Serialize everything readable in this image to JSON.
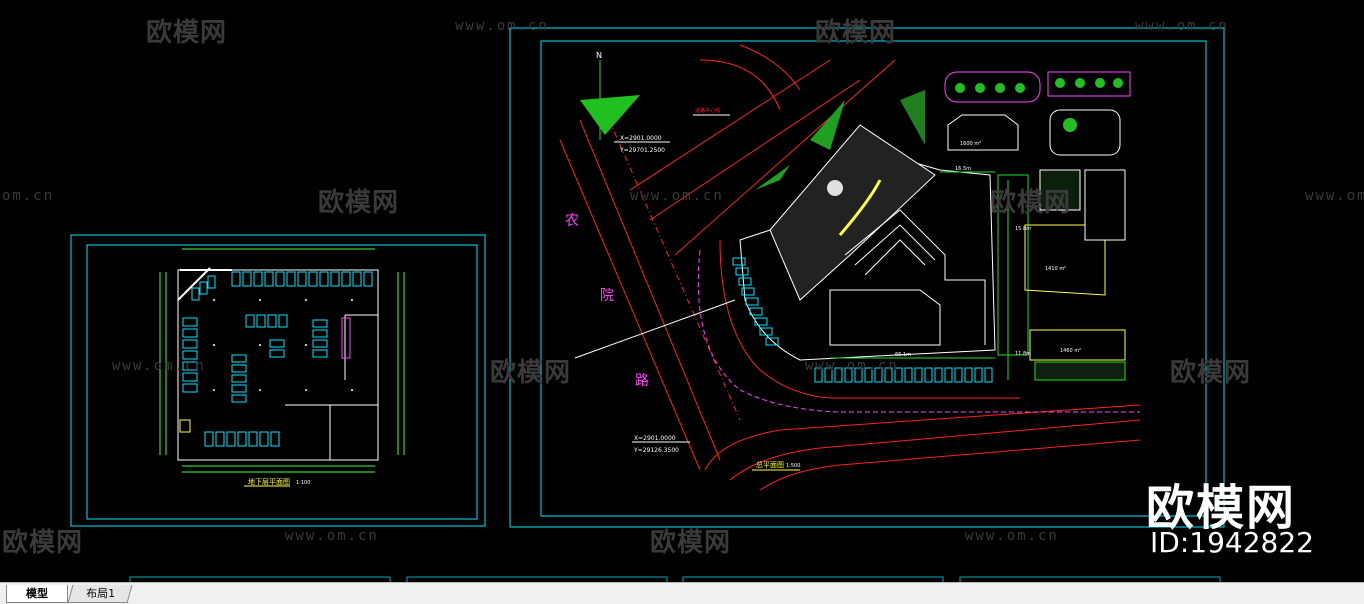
{
  "tabs": [
    {
      "label": "模型",
      "active": true
    },
    {
      "label": "布局1",
      "active": false
    }
  ],
  "watermark": {
    "brand": "欧模网",
    "url": "www.om.cn",
    "url_short": "om.cn",
    "id": "ID:1942822"
  },
  "drawing": {
    "basement_title": "地下层平面图",
    "basement_scale": "1:100",
    "site_title": "总平面图",
    "site_scale": "1:500",
    "north": "N",
    "road_chars": [
      "农",
      "院",
      "路"
    ],
    "coord_top_x": "X=2901.0000",
    "coord_top_y": "Y=29701.2500",
    "coord_bottom_x": "X=2901.0000",
    "coord_bottom_y": "Y=29126.3500",
    "dim_top": "16.5m",
    "dim_bottom": "66.1m",
    "dim_right_1": "15.8m",
    "dim_right_2": "11.8m",
    "building_a_area": "1600 m²",
    "building_b_area": "1410 m²",
    "building_c_area": "1460 m²",
    "road_tag": "道路中心线"
  },
  "colors": {
    "frame": "#00e5ff",
    "red": "#ff2020",
    "green": "#20e020",
    "magenta": "#ff40ff",
    "yellow": "#ffff40",
    "white": "#ffffff"
  }
}
